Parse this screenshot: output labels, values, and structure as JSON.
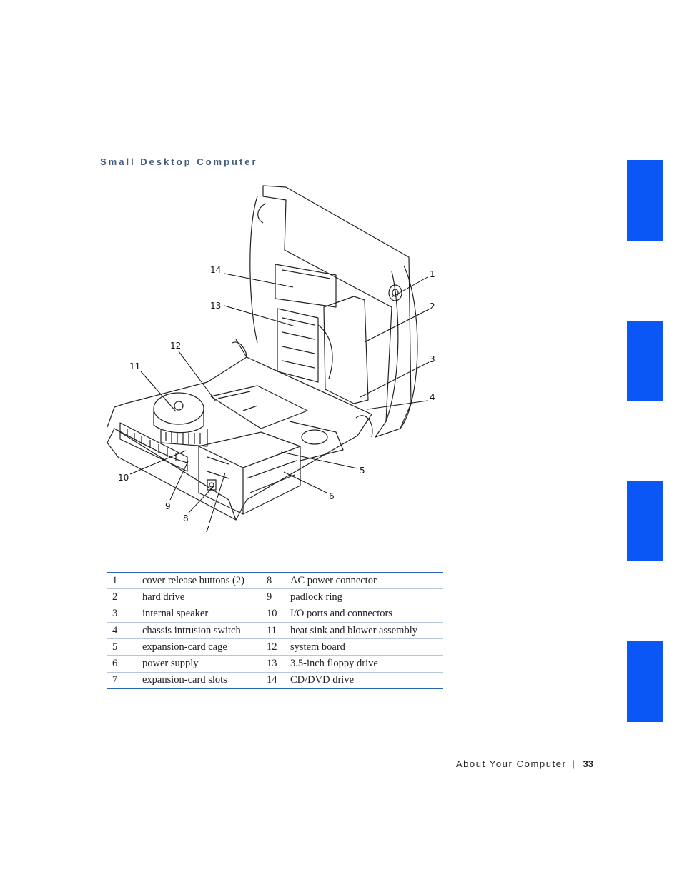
{
  "heading": "Small Desktop Computer",
  "figure": {
    "callouts": [
      "14",
      "13",
      "12",
      "11",
      "10",
      "9",
      "8",
      "7",
      "1",
      "2",
      "3",
      "4",
      "5",
      "6"
    ]
  },
  "table": [
    [
      "1",
      "cover release buttons (2)",
      "8",
      "AC power connector"
    ],
    [
      "2",
      "hard drive",
      "9",
      "padlock ring"
    ],
    [
      "3",
      "internal speaker",
      "10",
      "I/O ports and connectors"
    ],
    [
      "4",
      "chassis intrusion switch",
      "11",
      "heat sink and blower assembly"
    ],
    [
      "5",
      "expansion-card cage",
      "12",
      "system board"
    ],
    [
      "6",
      "power supply",
      "13",
      "3.5-inch floppy drive"
    ],
    [
      "7",
      "expansion-card slots",
      "14",
      "CD/DVD drive"
    ]
  ],
  "footer": {
    "section": "About Your Computer",
    "page": "33"
  },
  "colors": {
    "tab": "#0a57f5",
    "rule": "#2a62b5"
  }
}
